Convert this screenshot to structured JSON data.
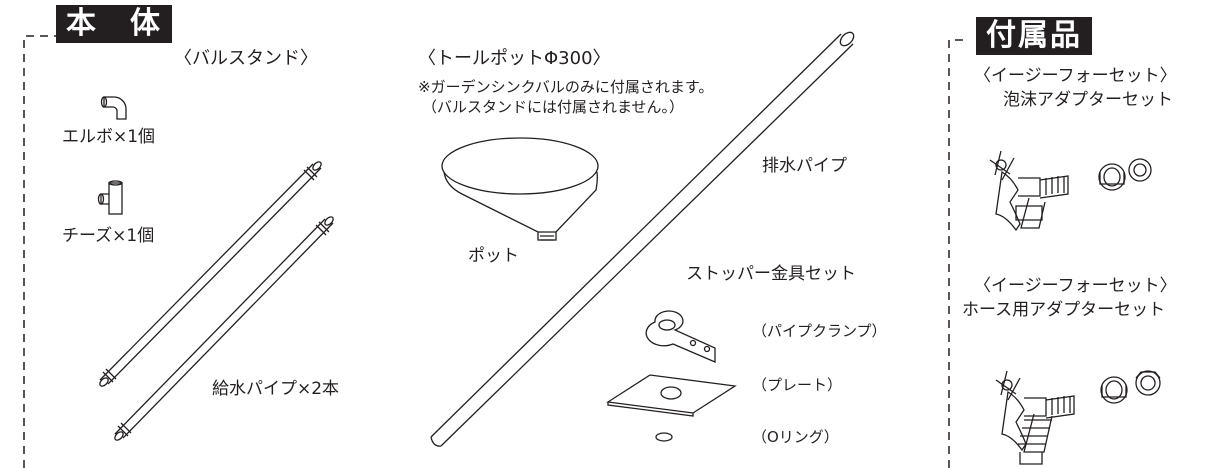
{
  "main": {
    "badge": "本　体",
    "valve_stand": "〈バルスタンド〉",
    "elbow": "エルボ×1個",
    "tee": "チーズ×1個",
    "supply_pipe": "給水パイプ×2本",
    "pot_title": "〈トールポットΦ300〉",
    "pot_note1": "※ガーデンシンクバルのみに付属されます。",
    "pot_note2": "（バルスタンドには付属されません。）",
    "pot": "ポット",
    "drain_pipe": "排水パイプ",
    "stopper_set": "ストッパー金具セット",
    "pipe_clamp": "（パイプクランプ）",
    "plate": "（プレート）",
    "o_ring": "（Oリング）"
  },
  "accessories": {
    "badge": "付属品",
    "easy_faucet_1": "〈イージーフォーセット〉",
    "foam_adapter_set": "泡沫アダプターセット",
    "easy_faucet_2": "〈イージーフォーセット〉",
    "hose_adapter_set": "ホース用アダプターセット"
  },
  "colors": {
    "ink": "#231f20",
    "badge_bg": "#231f20",
    "badge_text": "#ffffff"
  }
}
